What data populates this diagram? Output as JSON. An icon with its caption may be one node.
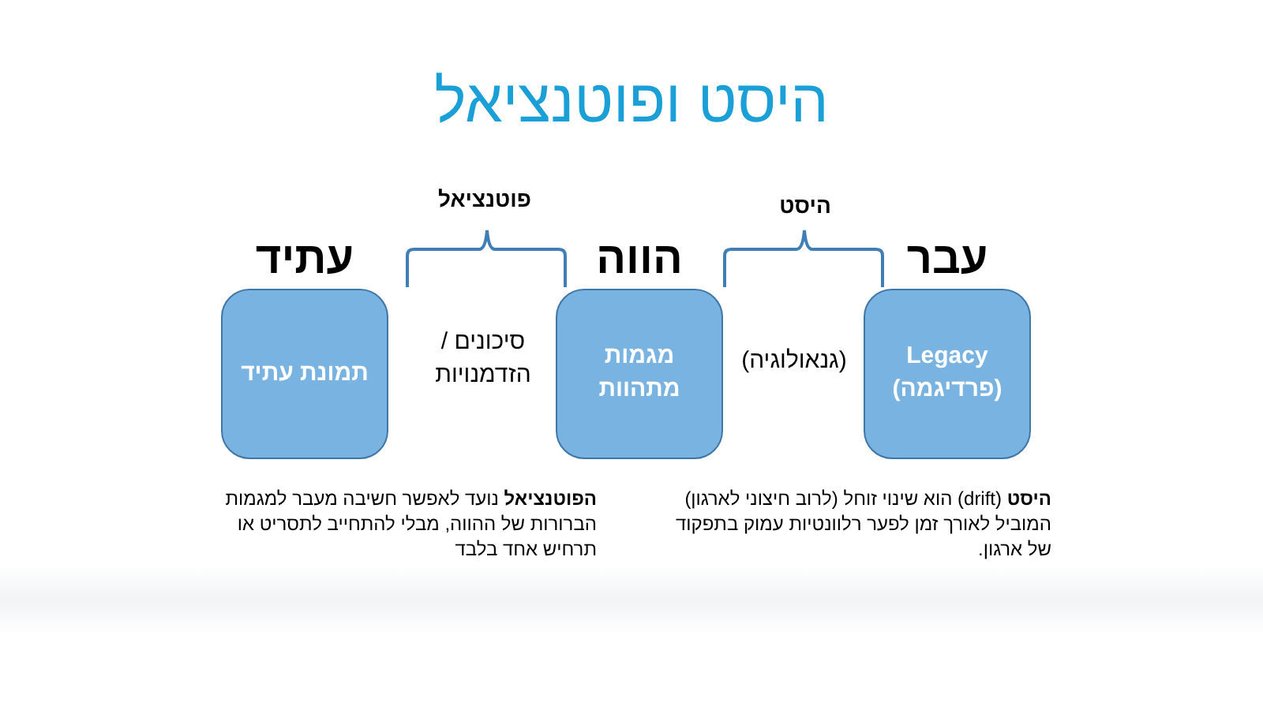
{
  "diagram": {
    "title": "היסט ופוטנציאל",
    "nodes": [
      {
        "text": [
          "עבר",
          "Legacy (פרדיגמה)"
        ]
      },
      {
        "text": [
          "הווה",
          "מגמות מתהוות"
        ]
      },
      {
        "text": [
          "עתיד",
          "תמונת עתיד"
        ]
      }
    ],
    "labels": [
      "היסט",
      "פוטנציאל",
      "(גנאולוגיה)",
      "סיכונים / הזדמנויות",
      "**היסט** (drift) הוא שינוי זוחל (לרוב חיצוני לארגון) המוביל לאורך זמן לפער רלוונטיות עמוק בתפקוד של ארגון.",
      "**הפוטנציאל** נועד לאפשר חשיבה מעבר למגמות הברורות של ההווה, מבלי להתחייב לתסריט או תרחיש אחד בלבד"
    ]
  }
}
